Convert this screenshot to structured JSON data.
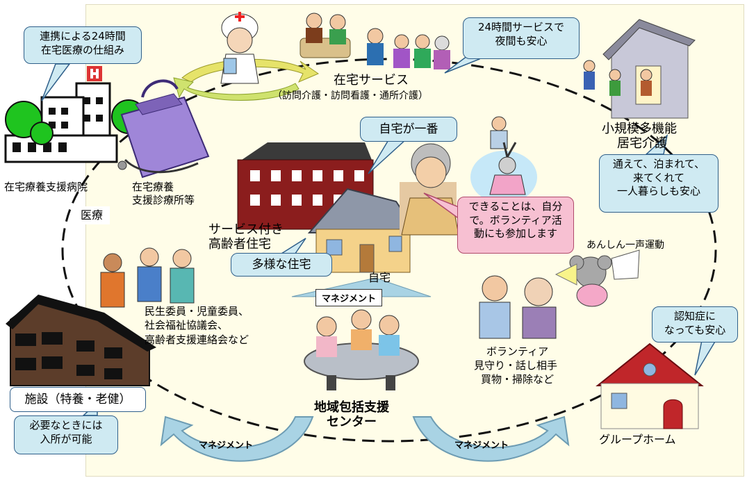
{
  "callouts": {
    "hospital_system": [
      "連携による24時間",
      "在宅医療の仕組み"
    ],
    "night_service": [
      "24時間サービスで",
      "夜間も安心"
    ],
    "home_best": "自宅が一番",
    "small_scale_note": [
      "通えて、泊まれて、",
      "来てくれて",
      "一人暮らしも安心"
    ],
    "self_help": [
      "できることは、自分",
      "で。ボランティア活",
      "動にも参加します"
    ],
    "dementia_note": [
      "認知症に",
      "なっても安心"
    ],
    "facility_note": [
      "必要なときには",
      "入所が可能"
    ]
  },
  "labels": {
    "home_service_title": "在宅サービス",
    "home_service_detail": "（訪問介護・訪問看護・通所介護）",
    "small_scale_line1": "小規模多機能",
    "small_scale_line2": "居宅介護",
    "hospital": "在宅療養支援病院",
    "clinic_line1": "在宅療養",
    "clinic_line2": "支援診療所等",
    "medical": "医療",
    "elderly_housing_line1": "サービス付き",
    "elderly_housing_line2": "高齢者住宅",
    "diverse_housing": "多様な住宅",
    "own_home": "自宅",
    "anshin_campaign": "あんしん一声運動",
    "community_line1": "民生委員・児童委員、",
    "community_line2": "社会福祉協議会、",
    "community_line3": "高齢者支援連絡会など",
    "volunteer_line1": "ボランティア",
    "volunteer_line2": "見守り・話し相手",
    "volunteer_line3": "買物・掃除など",
    "facility": "施設（特養・老健）",
    "center_line1": "地域包括支援",
    "center_line2": "センター",
    "group_home": "グループホーム"
  },
  "management": {
    "top": "マネジメント",
    "left": "マネジメント",
    "right": "マネジメント"
  },
  "colors": {
    "panel": "#fffde8",
    "callout_fill": "#cfeaf2",
    "callout_border": "#2f5f8a",
    "pink_callout": "#f7c0d2",
    "arrow_fill": "#a9d3e4",
    "hospital_green": "#1fc41f"
  }
}
